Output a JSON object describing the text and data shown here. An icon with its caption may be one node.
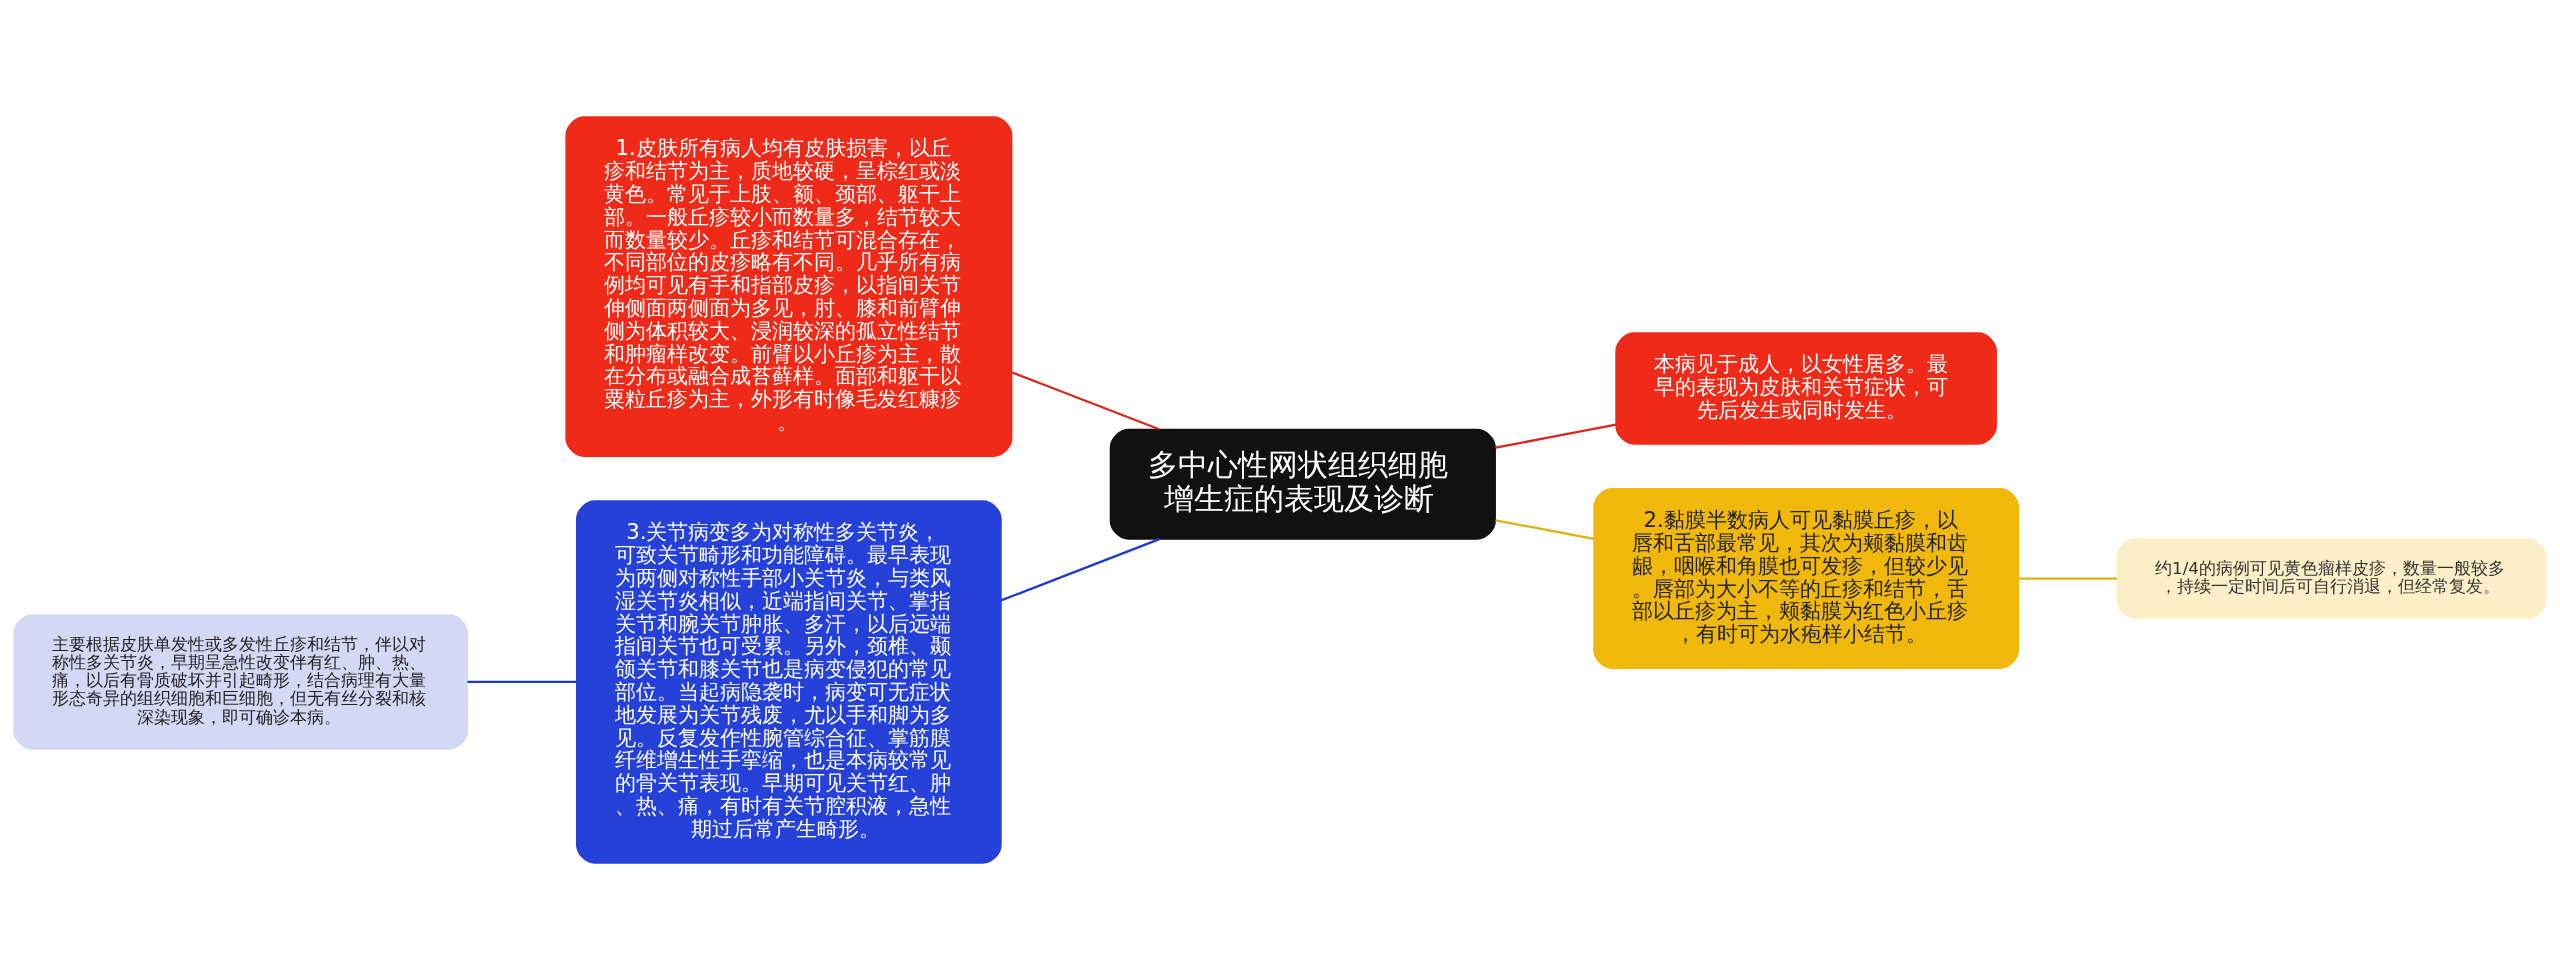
{
  "diagram": {
    "nodes": [
      {
        "text": [
          "多中心性网状组织细胞增生症的表现及诊断"
        ]
      },
      {
        "text": [
          "1.皮肤所有病人均有皮肤损害，以丘疹和结节为主，质地较硬，呈棕红或淡黄色。常见于上肢、额、颈部、躯干上部。一般丘疹较小而数量多，结节较大而数量较少。丘疹和结节可混合存在，不同部位的皮疹略有不同。几乎所有病例均可见有手和指部皮疹，以指间关节伸侧面两侧面为多见，肘、膝和前臂伸侧为体积较大、浸润较深的孤立性结节和肿瘤样改变。前臂以小丘疹为主，散在分布或融合成苔藓样。面部和躯干以粟粒丘疹为主，外形有时像毛发红糠疹。"
        ]
      },
      {
        "text": [
          "3.关节病变多为对称性多关节炎，可致关节畸形和功能障碍。最早表现为两侧对称性手部小关节炎，与类风湿关节炎相似，近端指间关节、掌指关节和腕关节肿胀、多汗，以后远端指间关节也可受累。另外，颈椎、颞颌关节和膝关节也是病变侵犯的常见部位。当起病隐袭时，病变可无症状地发展为关节残废，尤以手和脚为多见。反复发作性腕管综合征、掌筋膜纤维增生性手挛缩，也是本病较常见的骨关节表现。早期可见关节红、肿、热、痛，有时有关节腔积液，急性期过后常产生畸形。"
        ]
      },
      {
        "text": [
          "主要根据皮肤单发性或多发性丘疹和结节，伴以对称性多关节炎，早期呈急性改变伴有红、肿、热、痛，以后有骨质破坏并引起畸形，结合病理有大量形态奇异的组织细胞和巨细胞，但无有丝分裂和核深染现象，即可确诊本病。"
        ]
      },
      {
        "text": [
          "本病见于成人，以女性居多。最早的表现为皮肤和关节症状，可先后发生或同时发生。"
        ]
      },
      {
        "text": [
          "2.黏膜半数病人可见黏膜丘疹，以唇和舌部最常见，其次为颊黏膜和齿龈，咽喉和角膜也可发疹，但较少见。唇部为大小不等的丘疹和结节，舌部以丘疹为主，颊黏膜为红色小丘疹，有时可为水疱样小结节。"
        ]
      },
      {
        "text": [
          "约1/4的病例可见黄色瘤样皮疹，数量一般较多，持续一定时间后可自行消退，但经常复发。"
        ]
      }
    ],
    "edges": [
      {
        "from": 0,
        "to": 1,
        "arrow": "none",
        "color": "#d9261c"
      },
      {
        "from": 0,
        "to": 2,
        "arrow": "none",
        "color": "#1f3bc4"
      },
      {
        "from": 2,
        "to": 3,
        "arrow": "none",
        "color": "#1f3bc4"
      },
      {
        "from": 0,
        "to": 4,
        "arrow": "none",
        "color": "#d9261c"
      },
      {
        "from": 0,
        "to": 5,
        "arrow": "none",
        "color": "#e0b010"
      },
      {
        "from": 5,
        "to": 6,
        "arrow": "none",
        "color": "#e0b010"
      }
    ]
  }
}
